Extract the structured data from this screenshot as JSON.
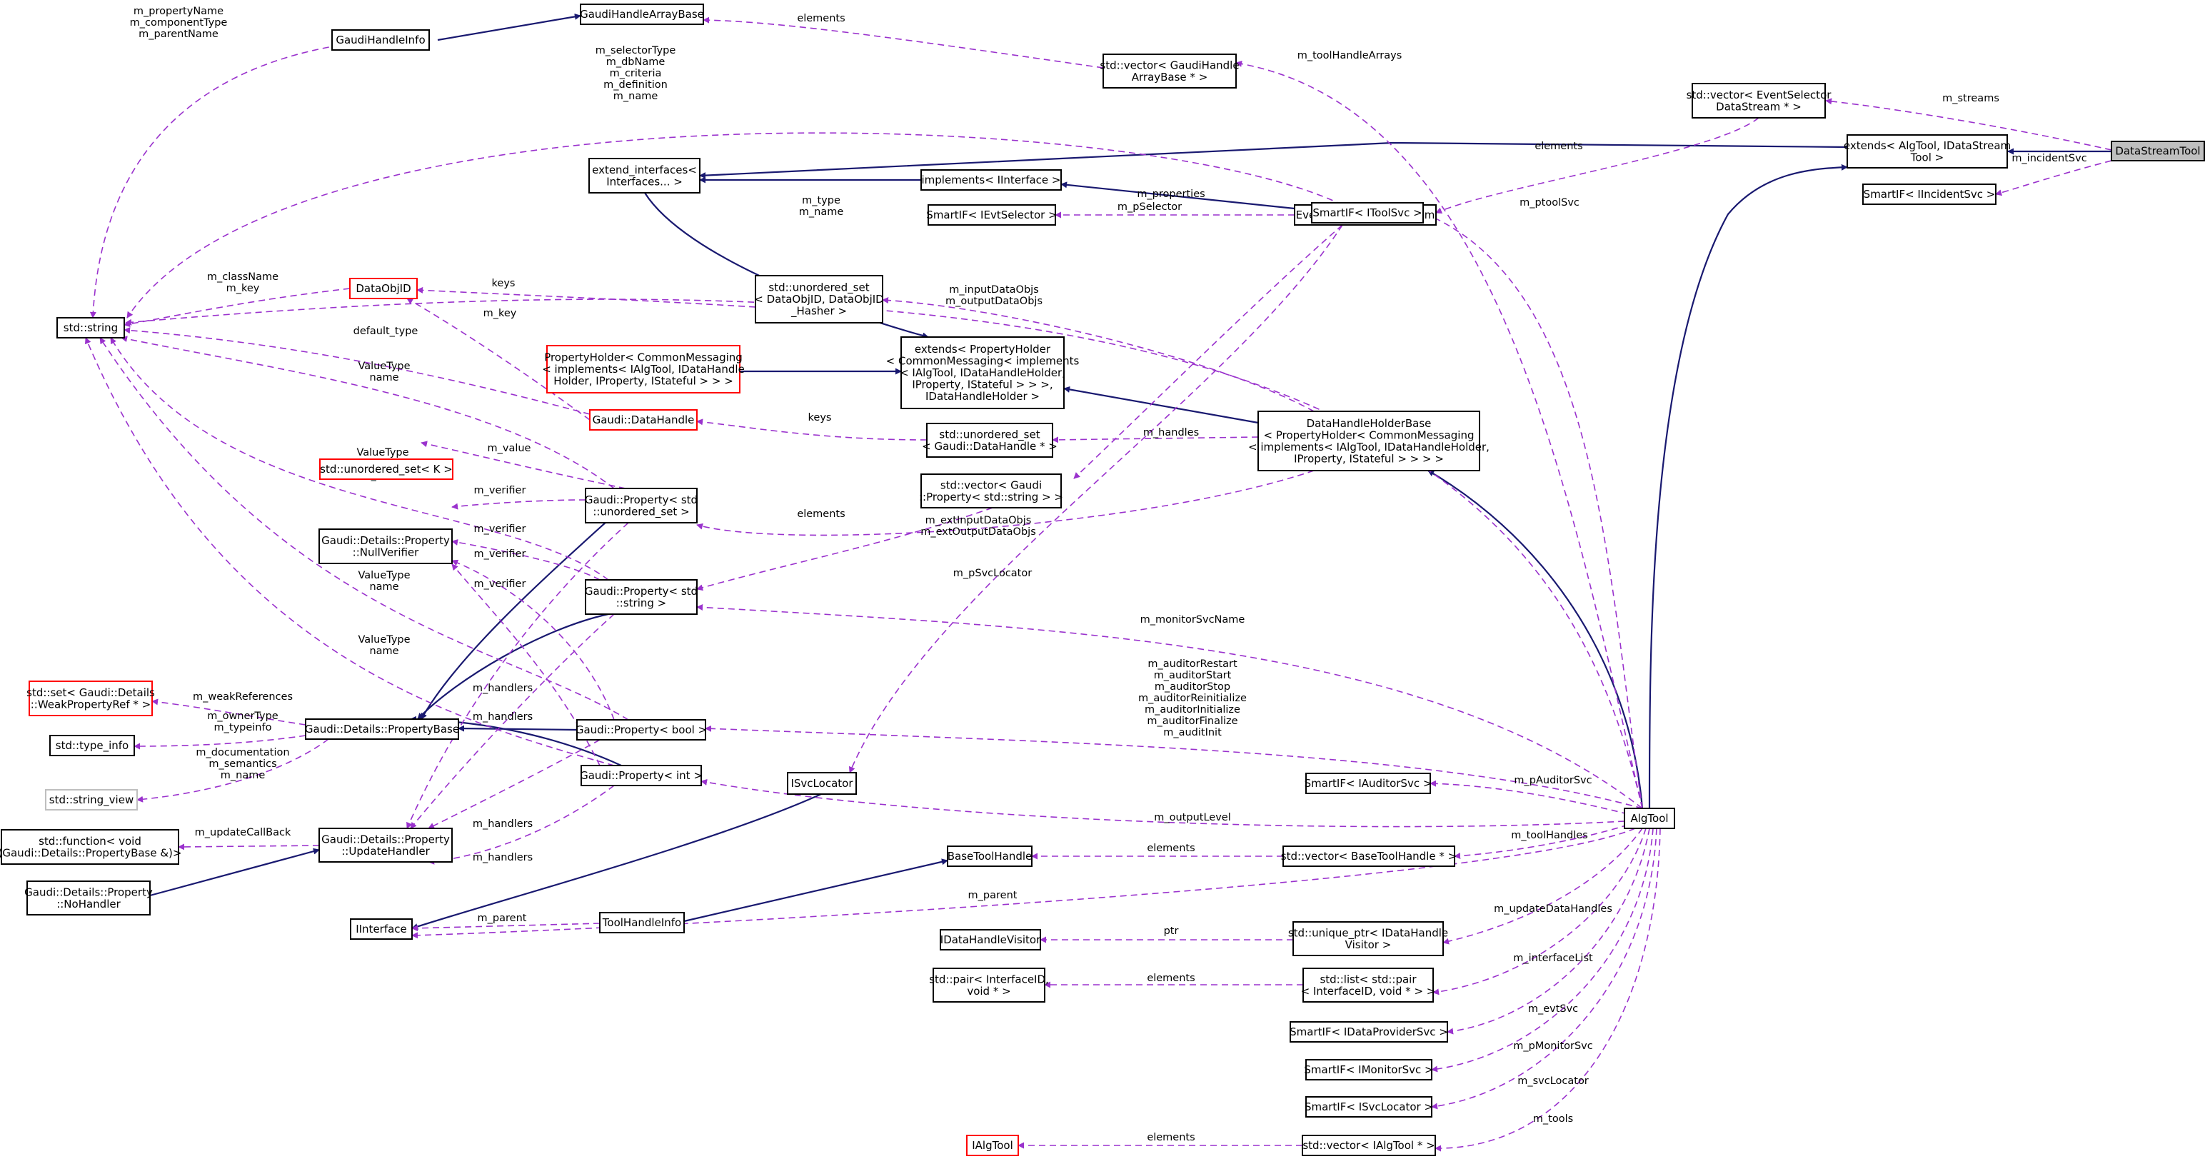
{
  "diagram": {
    "colors": {
      "inheritance": "#191970",
      "usage": "#9a32cd",
      "node_border": "#000000",
      "undocumented_border": "#ff0000",
      "external_border": "#bfbfbf",
      "focus_fill": "#bfbfbf"
    },
    "nodes": [
      {
        "id": "DataStreamTool",
        "lines": [
          "DataStreamTool"
        ],
        "style": "focus"
      },
      {
        "id": "extends_AlgTool",
        "lines": [
          "extends< AlgTool, IDataStream",
          "Tool >"
        ]
      },
      {
        "id": "SmartIF_IIncidentSvc",
        "lines": [
          "SmartIF< IIncidentSvc >"
        ]
      },
      {
        "id": "vector_EventSelectorDataStream",
        "lines": [
          "std::vector< EventSelector",
          "DataStream * >"
        ]
      },
      {
        "id": "AlgTool",
        "lines": [
          "AlgTool"
        ]
      },
      {
        "id": "EventSelectorDataStream",
        "lines": [
          "EventSelectorDataStream"
        ]
      },
      {
        "id": "implements_IInterface",
        "lines": [
          "implements< IInterface >"
        ]
      },
      {
        "id": "extend_interfaces",
        "lines": [
          "extend_interfaces<",
          "Interfaces... >"
        ]
      },
      {
        "id": "SmartIF_IEvtSelector",
        "lines": [
          "SmartIF< IEvtSelector >"
        ]
      },
      {
        "id": "GaudiHandleArrayBase",
        "lines": [
          "GaudiHandleArrayBase"
        ]
      },
      {
        "id": "GaudiHandleInfo",
        "lines": [
          "GaudiHandleInfo"
        ]
      },
      {
        "id": "vector_GaudiHandleArrayBase",
        "lines": [
          "std::vector< GaudiHandle",
          "ArrayBase * >"
        ]
      },
      {
        "id": "std_string",
        "lines": [
          "std::string"
        ]
      },
      {
        "id": "DataObjID",
        "lines": [
          "DataObjID"
        ],
        "style": "red"
      },
      {
        "id": "unordered_set_DataObjID",
        "lines": [
          "std::unordered_set",
          "< DataObjID, DataObjID",
          "_Hasher >"
        ]
      },
      {
        "id": "SmartIF_IToolSvc",
        "lines": [
          "SmartIF< IToolSvc >"
        ]
      },
      {
        "id": "PropertyHolder",
        "lines": [
          "PropertyHolder< CommonMessaging",
          "< implements< IAlgTool, IDataHandle",
          "Holder, IProperty, IStateful > > >"
        ],
        "style": "red"
      },
      {
        "id": "extends_PropertyHolder",
        "lines": [
          "extends< PropertyHolder",
          "< CommonMessaging< implements",
          "< IAlgTool, IDataHandleHolder,",
          "IProperty, IStateful > > >,",
          "IDataHandleHolder >"
        ]
      },
      {
        "id": "Gaudi_DataHandle",
        "lines": [
          "Gaudi::DataHandle"
        ],
        "style": "red"
      },
      {
        "id": "unordered_set_DataHandle",
        "lines": [
          "std::unordered_set",
          "< Gaudi::DataHandle * >"
        ]
      },
      {
        "id": "DataHandleHolderBase",
        "lines": [
          "DataHandleHolderBase",
          "< PropertyHolder< CommonMessaging",
          "< implements< IAlgTool, IDataHandleHolder,",
          "IProperty, IStateful > > > >"
        ]
      },
      {
        "id": "unordered_set_K",
        "lines": [
          "std::unordered_set< K >"
        ],
        "style": "red"
      },
      {
        "id": "Property_unordered_set",
        "lines": [
          "Gaudi::Property< std",
          "::unordered_set >"
        ]
      },
      {
        "id": "vector_Property_string",
        "lines": [
          "std::vector< Gaudi",
          "::Property< std::string > >"
        ]
      },
      {
        "id": "NullVerifier",
        "lines": [
          "Gaudi::Details::Property",
          "::NullVerifier"
        ]
      },
      {
        "id": "Property_string",
        "lines": [
          "Gaudi::Property< std",
          "::string >"
        ]
      },
      {
        "id": "set_WeakPropertyRef",
        "lines": [
          "std::set< Gaudi::Details",
          "::WeakPropertyRef * >"
        ],
        "style": "red"
      },
      {
        "id": "PropertyBase",
        "lines": [
          "Gaudi::Details::PropertyBase"
        ]
      },
      {
        "id": "Property_bool",
        "lines": [
          "Gaudi::Property< bool >"
        ]
      },
      {
        "id": "type_info",
        "lines": [
          "std::type_info"
        ]
      },
      {
        "id": "string_view",
        "lines": [
          "std::string_view"
        ],
        "style": "gray"
      },
      {
        "id": "Property_int",
        "lines": [
          "Gaudi::Property< int >"
        ]
      },
      {
        "id": "ISvcLocator",
        "lines": [
          "ISvcLocator"
        ]
      },
      {
        "id": "SmartIF_IAuditorSvc",
        "lines": [
          "SmartIF< IAuditorSvc >"
        ]
      },
      {
        "id": "std_function",
        "lines": [
          "std::function< void",
          "(Gaudi::Details::PropertyBase &)>"
        ]
      },
      {
        "id": "UpdateHandler",
        "lines": [
          "Gaudi::Details::Property",
          "::UpdateHandler"
        ]
      },
      {
        "id": "BaseToolHandle",
        "lines": [
          "BaseToolHandle"
        ]
      },
      {
        "id": "vector_BaseToolHandle",
        "lines": [
          "std::vector< BaseToolHandle * >"
        ]
      },
      {
        "id": "NoHandler",
        "lines": [
          "Gaudi::Details::Property",
          "::NoHandler"
        ]
      },
      {
        "id": "IInterface",
        "lines": [
          "IInterface"
        ]
      },
      {
        "id": "ToolHandleInfo",
        "lines": [
          "ToolHandleInfo"
        ]
      },
      {
        "id": "IDataHandleVisitor",
        "lines": [
          "IDataHandleVisitor"
        ]
      },
      {
        "id": "unique_ptr_IDataHandleVisitor",
        "lines": [
          "std::unique_ptr< IDataHandle",
          "Visitor >"
        ]
      },
      {
        "id": "pair_InterfaceID",
        "lines": [
          "std::pair< InterfaceID,",
          "void * >"
        ]
      },
      {
        "id": "list_pair",
        "lines": [
          "std::list< std::pair",
          "< InterfaceID, void * > >"
        ]
      },
      {
        "id": "SmartIF_IDataProviderSvc",
        "lines": [
          "SmartIF< IDataProviderSvc >"
        ]
      },
      {
        "id": "SmartIF_IMonitorSvc",
        "lines": [
          "SmartIF< IMonitorSvc >"
        ]
      },
      {
        "id": "SmartIF_ISvcLocator",
        "lines": [
          "SmartIF< ISvcLocator >"
        ]
      },
      {
        "id": "IAlgTool",
        "lines": [
          "IAlgTool"
        ],
        "style": "red"
      },
      {
        "id": "vector_IAlgTool",
        "lines": [
          "std::vector< IAlgTool * >"
        ]
      }
    ],
    "edges": [
      {
        "type": "inherit",
        "from": "extends_AlgTool",
        "to": "DataStreamTool"
      },
      {
        "type": "inherit",
        "from": "AlgTool",
        "to": "extends_AlgTool"
      },
      {
        "type": "inherit",
        "from": "extend_interfaces",
        "to": "extends_AlgTool"
      },
      {
        "type": "inherit",
        "from": "extend_interfaces",
        "to": "implements_IInterface"
      },
      {
        "type": "inherit",
        "from": "implements_IInterface",
        "to": "EventSelectorDataStream"
      },
      {
        "type": "inherit",
        "from": "extend_interfaces",
        "to": "extends_PropertyHolder"
      },
      {
        "type": "inherit",
        "from": "PropertyHolder",
        "to": "extends_PropertyHolder"
      },
      {
        "type": "inherit",
        "from": "extends_PropertyHolder",
        "to": "DataHandleHolderBase"
      },
      {
        "type": "inherit",
        "from": "DataHandleHolderBase",
        "to": "AlgTool"
      },
      {
        "type": "inherit",
        "from": "GaudiHandleInfo",
        "to": "GaudiHandleArrayBase"
      },
      {
        "type": "inherit",
        "from": "PropertyBase",
        "to": "Property_unordered_set"
      },
      {
        "type": "inherit",
        "from": "PropertyBase",
        "to": "Property_string"
      },
      {
        "type": "inherit",
        "from": "PropertyBase",
        "to": "Property_bool"
      },
      {
        "type": "inherit",
        "from": "PropertyBase",
        "to": "Property_int"
      },
      {
        "type": "inherit",
        "from": "NoHandler",
        "to": "UpdateHandler"
      },
      {
        "type": "inherit",
        "from": "IInterface",
        "to": "ISvcLocator"
      },
      {
        "type": "inherit",
        "from": "ToolHandleInfo",
        "to": "BaseToolHandle"
      },
      {
        "type": "use",
        "from": "DataStreamTool",
        "to": "vector_EventSelectorDataStream",
        "label": [
          "m_streams"
        ]
      },
      {
        "type": "use",
        "from": "DataStreamTool",
        "to": "SmartIF_IIncidentSvc",
        "label": [
          "m_incidentSvc"
        ]
      },
      {
        "type": "use",
        "from": "vector_EventSelectorDataStream",
        "to": "EventSelectorDataStream",
        "label": [
          "elements"
        ]
      },
      {
        "type": "use",
        "from": "EventSelectorDataStream",
        "to": "SmartIF_IEvtSelector",
        "label": [
          "m_pSelector"
        ]
      },
      {
        "type": "use",
        "from": "EventSelectorDataStream",
        "to": "std_string",
        "label": [
          "m_selectorType",
          "m_dbName",
          "m_criteria",
          "m_definition",
          "m_name"
        ]
      },
      {
        "type": "use",
        "from": "EventSelectorDataStream",
        "to": "vector_Property_string",
        "label": [
          "m_properties"
        ]
      },
      {
        "type": "use",
        "from": "EventSelectorDataStream",
        "to": "ISvcLocator",
        "label": [
          "m_pSvcLocator"
        ]
      },
      {
        "type": "use",
        "from": "vector_GaudiHandleArrayBase",
        "to": "GaudiHandleArrayBase",
        "label": [
          "elements"
        ]
      },
      {
        "type": "use",
        "from": "GaudiHandleInfo",
        "to": "std_string",
        "label": [
          "m_propertyName",
          "m_componentType",
          "m_parentName"
        ]
      },
      {
        "type": "use",
        "from": "AlgTool",
        "to": "vector_GaudiHandleArrayBase",
        "label": [
          "m_toolHandleArrays"
        ]
      },
      {
        "type": "use",
        "from": "AlgTool",
        "to": "std_string",
        "label": [
          "m_type",
          "m_name"
        ]
      },
      {
        "type": "use",
        "from": "AlgTool",
        "to": "SmartIF_IToolSvc",
        "label": [
          "m_ptoolSvc"
        ]
      },
      {
        "type": "use",
        "from": "DataHandleHolderBase",
        "to": "unordered_set_DataObjID",
        "label": [
          "m_inputDataObjs",
          "m_outputDataObjs"
        ]
      },
      {
        "type": "use",
        "from": "DataHandleHolderBase",
        "to": "unordered_set_DataHandle",
        "label": [
          "m_handles"
        ]
      },
      {
        "type": "use",
        "from": "DataHandleHolderBase",
        "to": "Property_unordered_set",
        "label": [
          "m_extInputDataObjs",
          "m_extOutputDataObjs"
        ]
      },
      {
        "type": "use",
        "from": "unordered_set_DataObjID",
        "to": "DataObjID",
        "label": [
          "keys"
        ]
      },
      {
        "type": "use",
        "from": "unordered_set_DataHandle",
        "to": "Gaudi_DataHandle",
        "label": [
          "keys"
        ]
      },
      {
        "type": "use",
        "from": "DataObjID",
        "to": "std_string",
        "label": [
          "m_className",
          "m_key"
        ]
      },
      {
        "type": "use",
        "from": "Gaudi_DataHandle",
        "to": "DataObjID",
        "label": [
          "m_key"
        ]
      },
      {
        "type": "use",
        "from": "Gaudi_DataHandle",
        "to": "std_string",
        "label": [
          "default_type"
        ]
      },
      {
        "type": "use",
        "from": "Property_unordered_set",
        "to": "unordered_set_K",
        "label": [
          "m_value"
        ]
      },
      {
        "type": "use",
        "from": "Property_unordered_set",
        "to": "std_string",
        "label": [
          "ValueType",
          "name"
        ]
      },
      {
        "type": "use",
        "from": "Property_unordered_set",
        "to": "NullVerifier",
        "label": [
          "m_verifier"
        ]
      },
      {
        "type": "use",
        "from": "Property_string",
        "to": "std_string",
        "label": [
          "ValueType",
          "name",
          "m_value"
        ]
      },
      {
        "type": "use",
        "from": "Property_string",
        "to": "NullVerifier",
        "label": [
          "m_verifier"
        ]
      },
      {
        "type": "use",
        "from": "Property_bool",
        "to": "std_string",
        "label": [
          "ValueType",
          "name"
        ]
      },
      {
        "type": "use",
        "from": "Property_bool",
        "to": "NullVerifier",
        "label": [
          "m_verifier"
        ]
      },
      {
        "type": "use",
        "from": "Property_int",
        "to": "std_string",
        "label": [
          "ValueType",
          "name"
        ]
      },
      {
        "type": "use",
        "from": "Property_int",
        "to": "NullVerifier",
        "label": [
          "m_verifier"
        ]
      },
      {
        "type": "use",
        "from": "vector_Property_string",
        "to": "Property_string",
        "label": [
          "elements"
        ]
      },
      {
        "type": "use",
        "from": "PropertyBase",
        "to": "set_WeakPropertyRef",
        "label": [
          "m_weakReferences"
        ]
      },
      {
        "type": "use",
        "from": "PropertyBase",
        "to": "type_info",
        "label": [
          "m_ownerType",
          "m_typeinfo"
        ]
      },
      {
        "type": "use",
        "from": "PropertyBase",
        "to": "string_view",
        "label": [
          "m_documentation",
          "m_semantics",
          "m_name"
        ]
      },
      {
        "type": "use",
        "from": "Property_unordered_set",
        "to": "UpdateHandler",
        "label": [
          "m_handlers"
        ]
      },
      {
        "type": "use",
        "from": "Property_string",
        "to": "UpdateHandler",
        "label": [
          "m_handlers"
        ]
      },
      {
        "type": "use",
        "from": "Property_bool",
        "to": "UpdateHandler",
        "label": [
          "m_handlers"
        ]
      },
      {
        "type": "use",
        "from": "Property_int",
        "to": "UpdateHandler",
        "label": [
          "m_handlers"
        ]
      },
      {
        "type": "use",
        "from": "UpdateHandler",
        "to": "std_function",
        "label": [
          "m_updateCallBack"
        ]
      },
      {
        "type": "use",
        "from": "AlgTool",
        "to": "Property_string",
        "label": [
          "m_monitorSvcName"
        ]
      },
      {
        "type": "use",
        "from": "AlgTool",
        "to": "Property_bool",
        "label": [
          "m_auditorRestart",
          "m_auditorStart",
          "m_auditorStop",
          "m_auditorReinitialize",
          "m_auditorInitialize",
          "m_auditorFinalize",
          "m_auditInit"
        ]
      },
      {
        "type": "use",
        "from": "AlgTool",
        "to": "SmartIF_IAuditorSvc",
        "label": [
          "m_pAuditorSvc"
        ]
      },
      {
        "type": "use",
        "from": "AlgTool",
        "to": "Property_int",
        "label": [
          "m_outputLevel"
        ]
      },
      {
        "type": "use",
        "from": "AlgTool",
        "to": "vector_BaseToolHandle",
        "label": [
          "m_toolHandles"
        ]
      },
      {
        "type": "use",
        "from": "vector_BaseToolHandle",
        "to": "BaseToolHandle",
        "label": [
          "elements"
        ]
      },
      {
        "type": "use",
        "from": "AlgTool",
        "to": "IInterface",
        "label": [
          "m_parent"
        ]
      },
      {
        "type": "use",
        "from": "ToolHandleInfo",
        "to": "IInterface",
        "label": [
          "m_parent"
        ]
      },
      {
        "type": "use",
        "from": "AlgTool",
        "to": "unique_ptr_IDataHandleVisitor",
        "label": [
          "m_updateDataHandles"
        ]
      },
      {
        "type": "use",
        "from": "unique_ptr_IDataHandleVisitor",
        "to": "IDataHandleVisitor",
        "label": [
          "ptr"
        ]
      },
      {
        "type": "use",
        "from": "AlgTool",
        "to": "list_pair",
        "label": [
          "m_interfaceList"
        ]
      },
      {
        "type": "use",
        "from": "list_pair",
        "to": "pair_InterfaceID",
        "label": [
          "elements"
        ]
      },
      {
        "type": "use",
        "from": "AlgTool",
        "to": "SmartIF_IDataProviderSvc",
        "label": [
          "m_evtSvc"
        ]
      },
      {
        "type": "use",
        "from": "AlgTool",
        "to": "SmartIF_IMonitorSvc",
        "label": [
          "m_pMonitorSvc"
        ]
      },
      {
        "type": "use",
        "from": "AlgTool",
        "to": "SmartIF_ISvcLocator",
        "label": [
          "m_svcLocator"
        ]
      },
      {
        "type": "use",
        "from": "AlgTool",
        "to": "vector_IAlgTool",
        "label": [
          "m_tools"
        ]
      },
      {
        "type": "use",
        "from": "vector_IAlgTool",
        "to": "IAlgTool",
        "label": [
          "elements"
        ]
      }
    ]
  }
}
